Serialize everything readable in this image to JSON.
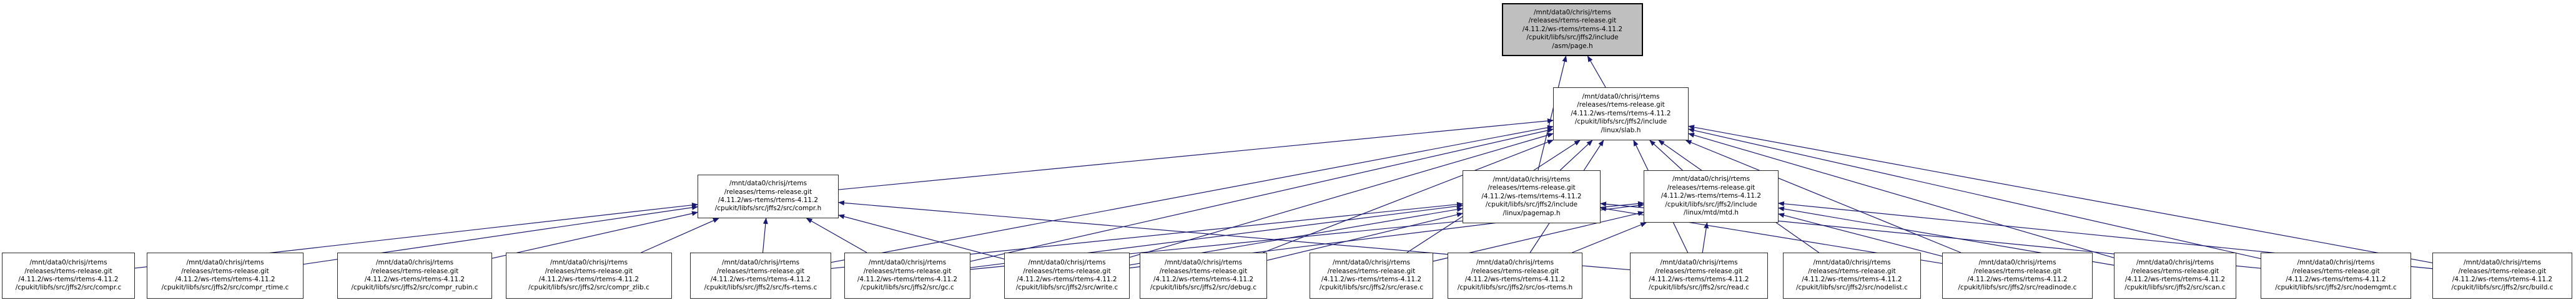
{
  "graph": {
    "title": "Doxygen include dependency graph for asm/page.h",
    "background_color": "#ffffff",
    "edge_color": "#191970",
    "node_border_color": "#2b2b2b",
    "node_fill_color": "#ffffff",
    "highlight_fill_color": "#bfbfbf",
    "common_prefix": [
      "/mnt/data0/chrisj/rtems",
      "/releases/rtems-release.git",
      "/4.11.2/ws-rtems/rtems-4.11.2"
    ],
    "nodes": [
      {
        "id": "page_h",
        "suffix": [
          "/cpukit/libfs/src/jffs2/include",
          "/asm/page.h"
        ],
        "highlighted": true
      },
      {
        "id": "slab_h",
        "suffix": [
          "/cpukit/libfs/src/jffs2/include",
          "/linux/slab.h"
        ],
        "highlighted": false
      },
      {
        "id": "compr_h",
        "suffix": [
          "/cpukit/libfs/src/jffs2/src/compr.h"
        ],
        "highlighted": false
      },
      {
        "id": "pagemap_h",
        "suffix": [
          "/cpukit/libfs/src/jffs2/include",
          "/linux/pagemap.h"
        ],
        "highlighted": false
      },
      {
        "id": "mtd_h",
        "suffix": [
          "/cpukit/libfs/src/jffs2/include",
          "/linux/mtd/mtd.h"
        ],
        "highlighted": false
      },
      {
        "id": "compr_c",
        "suffix": [
          "/cpukit/libfs/src/jffs2/src/compr.c"
        ],
        "highlighted": false
      },
      {
        "id": "compr_rtime_c",
        "suffix": [
          "/cpukit/libfs/src/jffs2/src/compr_rtime.c"
        ],
        "highlighted": false
      },
      {
        "id": "compr_rubin_c",
        "suffix": [
          "/cpukit/libfs/src/jffs2/src/compr_rubin.c"
        ],
        "highlighted": false
      },
      {
        "id": "compr_zlib_c",
        "suffix": [
          "/cpukit/libfs/src/jffs2/src/compr_zlib.c"
        ],
        "highlighted": false
      },
      {
        "id": "fs_rtems_c",
        "suffix": [
          "/cpukit/libfs/src/jffs2/src/fs-rtems.c"
        ],
        "highlighted": false
      },
      {
        "id": "gc_c",
        "suffix": [
          "/cpukit/libfs/src/jffs2/src/gc.c"
        ],
        "highlighted": false
      },
      {
        "id": "write_c",
        "suffix": [
          "/cpukit/libfs/src/jffs2/src/write.c"
        ],
        "highlighted": false
      },
      {
        "id": "debug_c",
        "suffix": [
          "/cpukit/libfs/src/jffs2/src/debug.c"
        ],
        "highlighted": false
      },
      {
        "id": "erase_c",
        "suffix": [
          "/cpukit/libfs/src/jffs2/src/erase.c"
        ],
        "highlighted": false
      },
      {
        "id": "os_rtems_h",
        "suffix": [
          "/cpukit/libfs/src/jffs2/src/os-rtems.h"
        ],
        "highlighted": false
      },
      {
        "id": "read_c",
        "suffix": [
          "/cpukit/libfs/src/jffs2/src/read.c"
        ],
        "highlighted": false
      },
      {
        "id": "nodelist_c",
        "suffix": [
          "/cpukit/libfs/src/jffs2/src/nodelist.c"
        ],
        "highlighted": false
      },
      {
        "id": "readinode_c",
        "suffix": [
          "/cpukit/libfs/src/jffs2/src/readinode.c"
        ],
        "highlighted": false
      },
      {
        "id": "scan_c",
        "suffix": [
          "/cpukit/libfs/src/jffs2/src/scan.c"
        ],
        "highlighted": false
      },
      {
        "id": "nodemgmt_c",
        "suffix": [
          "/cpukit/libfs/src/jffs2/src/nodemgmt.c"
        ],
        "highlighted": false
      },
      {
        "id": "build_c",
        "suffix": [
          "/cpukit/libfs/src/jffs2/src/build.c"
        ],
        "highlighted": false
      }
    ],
    "edges": [
      {
        "from": "slab_h",
        "to": "page_h"
      },
      {
        "from": "pagemap_h",
        "to": "page_h"
      },
      {
        "from": "compr_h",
        "to": "slab_h"
      },
      {
        "from": "pagemap_h",
        "to": "slab_h"
      },
      {
        "from": "mtd_h",
        "to": "slab_h"
      },
      {
        "from": "fs_rtems_c",
        "to": "slab_h"
      },
      {
        "from": "gc_c",
        "to": "slab_h"
      },
      {
        "from": "write_c",
        "to": "slab_h"
      },
      {
        "from": "debug_c",
        "to": "slab_h"
      },
      {
        "from": "erase_c",
        "to": "slab_h"
      },
      {
        "from": "os_rtems_h",
        "to": "slab_h"
      },
      {
        "from": "read_c",
        "to": "slab_h"
      },
      {
        "from": "nodelist_c",
        "to": "slab_h"
      },
      {
        "from": "readinode_c",
        "to": "slab_h"
      },
      {
        "from": "scan_c",
        "to": "slab_h"
      },
      {
        "from": "nodemgmt_c",
        "to": "slab_h"
      },
      {
        "from": "build_c",
        "to": "slab_h"
      },
      {
        "from": "compr_c",
        "to": "compr_h"
      },
      {
        "from": "compr_rtime_c",
        "to": "compr_h"
      },
      {
        "from": "compr_rubin_c",
        "to": "compr_h"
      },
      {
        "from": "compr_zlib_c",
        "to": "compr_h"
      },
      {
        "from": "fs_rtems_c",
        "to": "compr_h"
      },
      {
        "from": "gc_c",
        "to": "compr_h"
      },
      {
        "from": "read_c",
        "to": "compr_h"
      },
      {
        "from": "write_c",
        "to": "compr_h"
      },
      {
        "from": "fs_rtems_c",
        "to": "pagemap_h"
      },
      {
        "from": "gc_c",
        "to": "pagemap_h"
      },
      {
        "from": "write_c",
        "to": "pagemap_h"
      },
      {
        "from": "debug_c",
        "to": "pagemap_h"
      },
      {
        "from": "nodemgmt_c",
        "to": "pagemap_h"
      },
      {
        "from": "readinode_c",
        "to": "pagemap_h"
      },
      {
        "from": "os_rtems_h",
        "to": "mtd_h"
      },
      {
        "from": "erase_c",
        "to": "mtd_h"
      },
      {
        "from": "gc_c",
        "to": "mtd_h"
      },
      {
        "from": "read_c",
        "to": "mtd_h"
      },
      {
        "from": "readinode_c",
        "to": "mtd_h"
      },
      {
        "from": "scan_c",
        "to": "mtd_h"
      },
      {
        "from": "write_c",
        "to": "mtd_h"
      },
      {
        "from": "build_c",
        "to": "mtd_h"
      }
    ]
  }
}
